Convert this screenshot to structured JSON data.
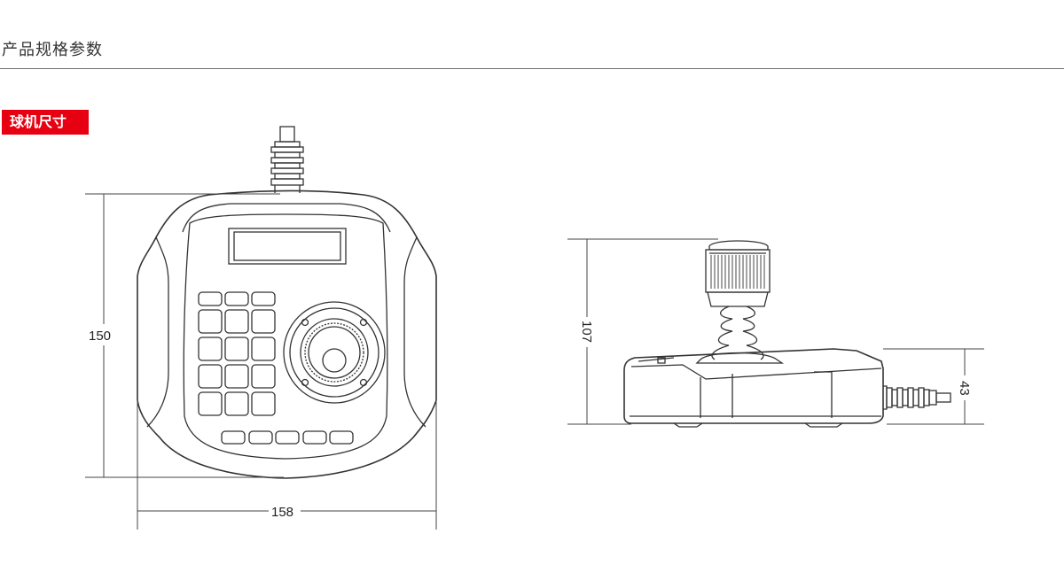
{
  "header": {
    "title": "产品规格参数"
  },
  "section": {
    "badge_label": "球机尺寸"
  },
  "dimensions": {
    "height": "150",
    "width": "158",
    "side_height": "107",
    "base_height": "43"
  },
  "colors": {
    "badge": "#e60012",
    "outline": "#333333"
  }
}
